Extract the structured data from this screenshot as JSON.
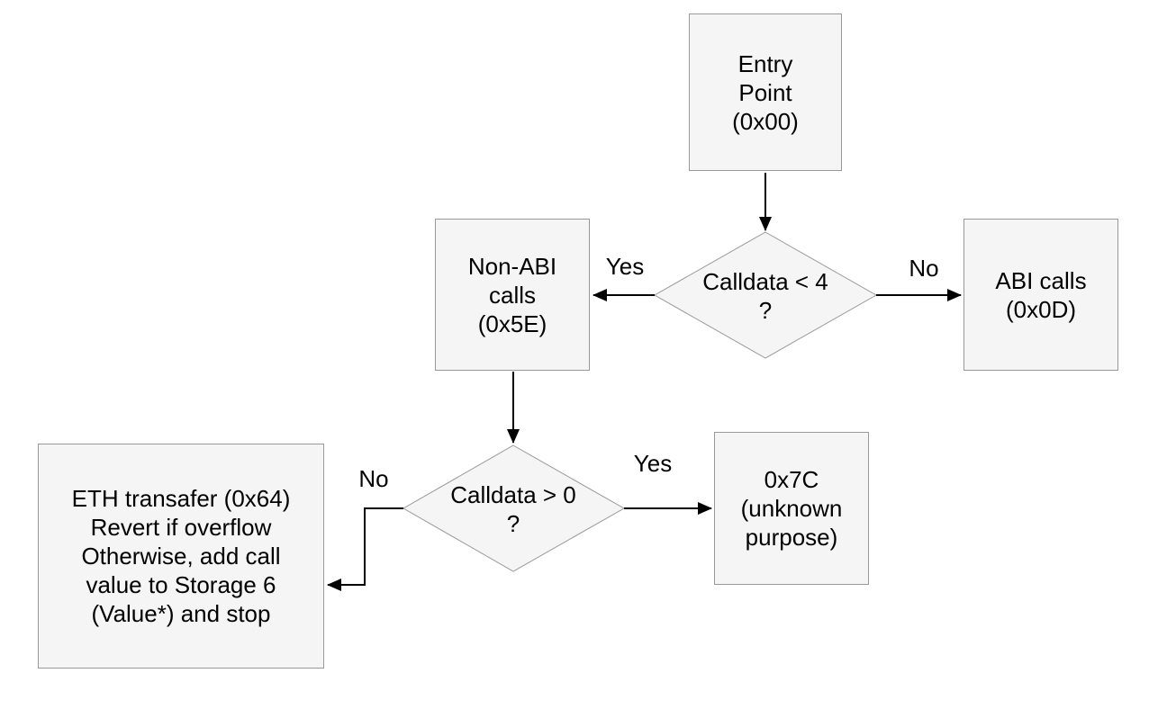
{
  "canvas": {
    "background": "#ffffff"
  },
  "colors": {
    "node_fill": "#f5f5f5",
    "node_border": "#999999",
    "edge": "#000000",
    "text": "#000000"
  },
  "nodes": {
    "entry": {
      "label": "Entry\nPoint\n(0x00)"
    },
    "decision_calldata_lt_4": {
      "label": "Calldata < 4\n?"
    },
    "non_abi_calls": {
      "label": "Non-ABI\ncalls\n(0x5E)"
    },
    "abi_calls": {
      "label": "ABI calls\n(0x0D)"
    },
    "decision_calldata_gt_0": {
      "label": "Calldata > 0\n?"
    },
    "unknown_0x7c": {
      "label": "0x7C\n(unknown\npurpose)"
    },
    "eth_transfer": {
      "label": "ETH transafer (0x64)\nRevert if overflow\nOtherwise, add call\nvalue to Storage 6\n(Value*) and stop"
    }
  },
  "edge_labels": {
    "lt4_yes": "Yes",
    "lt4_no": "No",
    "gt0_yes": "Yes",
    "gt0_no": "No"
  }
}
